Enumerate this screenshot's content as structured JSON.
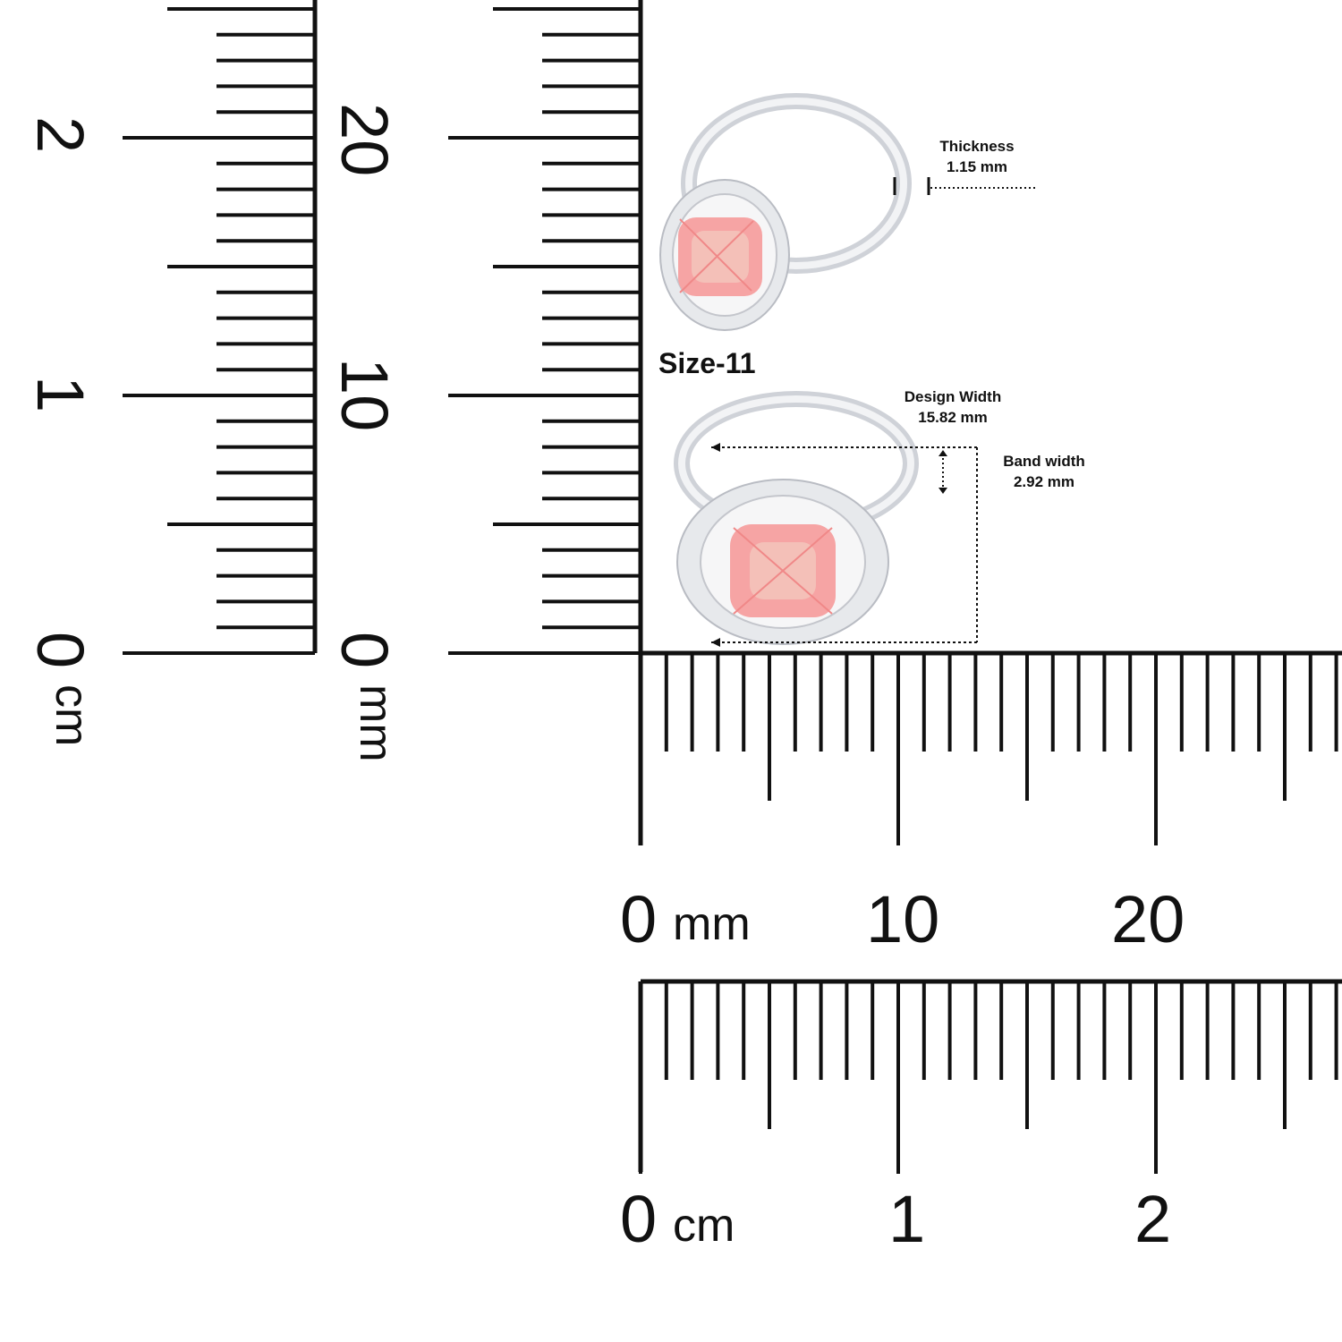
{
  "colors": {
    "ink": "#111111",
    "metal": "#d9dbe0",
    "stone": "#f6a4a4",
    "stone_core": "#f4c0b8"
  },
  "rulers": {
    "cm_vertical": {
      "zero": "0",
      "unit": "cm",
      "ticks": [
        "1",
        "2"
      ]
    },
    "mm_vertical": {
      "zero": "0",
      "unit": "mm",
      "ticks": [
        "10",
        "20"
      ]
    },
    "mm_horizontal": {
      "zero": "0",
      "unit": "mm",
      "ticks": [
        "10",
        "20"
      ]
    },
    "cm_horizontal": {
      "zero": "0",
      "unit": "cm",
      "ticks": [
        "1",
        "2"
      ]
    }
  },
  "annotations": {
    "thickness": {
      "label": "Thickness",
      "value": "1.15 mm"
    },
    "size": "Size-11",
    "design_width": {
      "label": "Design Width",
      "value": "15.82 mm"
    },
    "band_width": {
      "label": "Band width",
      "value": "2.92 mm"
    }
  },
  "icons": [
    "ring-side-view-image",
    "ring-front-view-image"
  ]
}
